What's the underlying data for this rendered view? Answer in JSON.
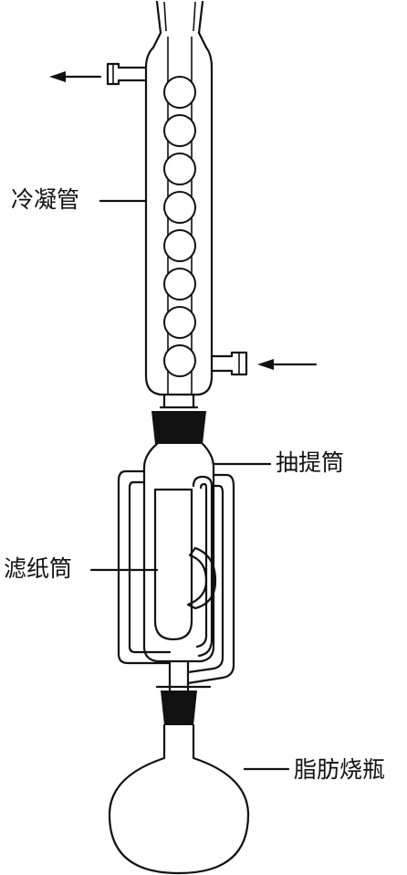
{
  "labels": {
    "condenser": "冷凝管",
    "extractor": "抽提筒",
    "thimble": "滤纸筒",
    "flask": "脂肪烧瓶"
  }
}
